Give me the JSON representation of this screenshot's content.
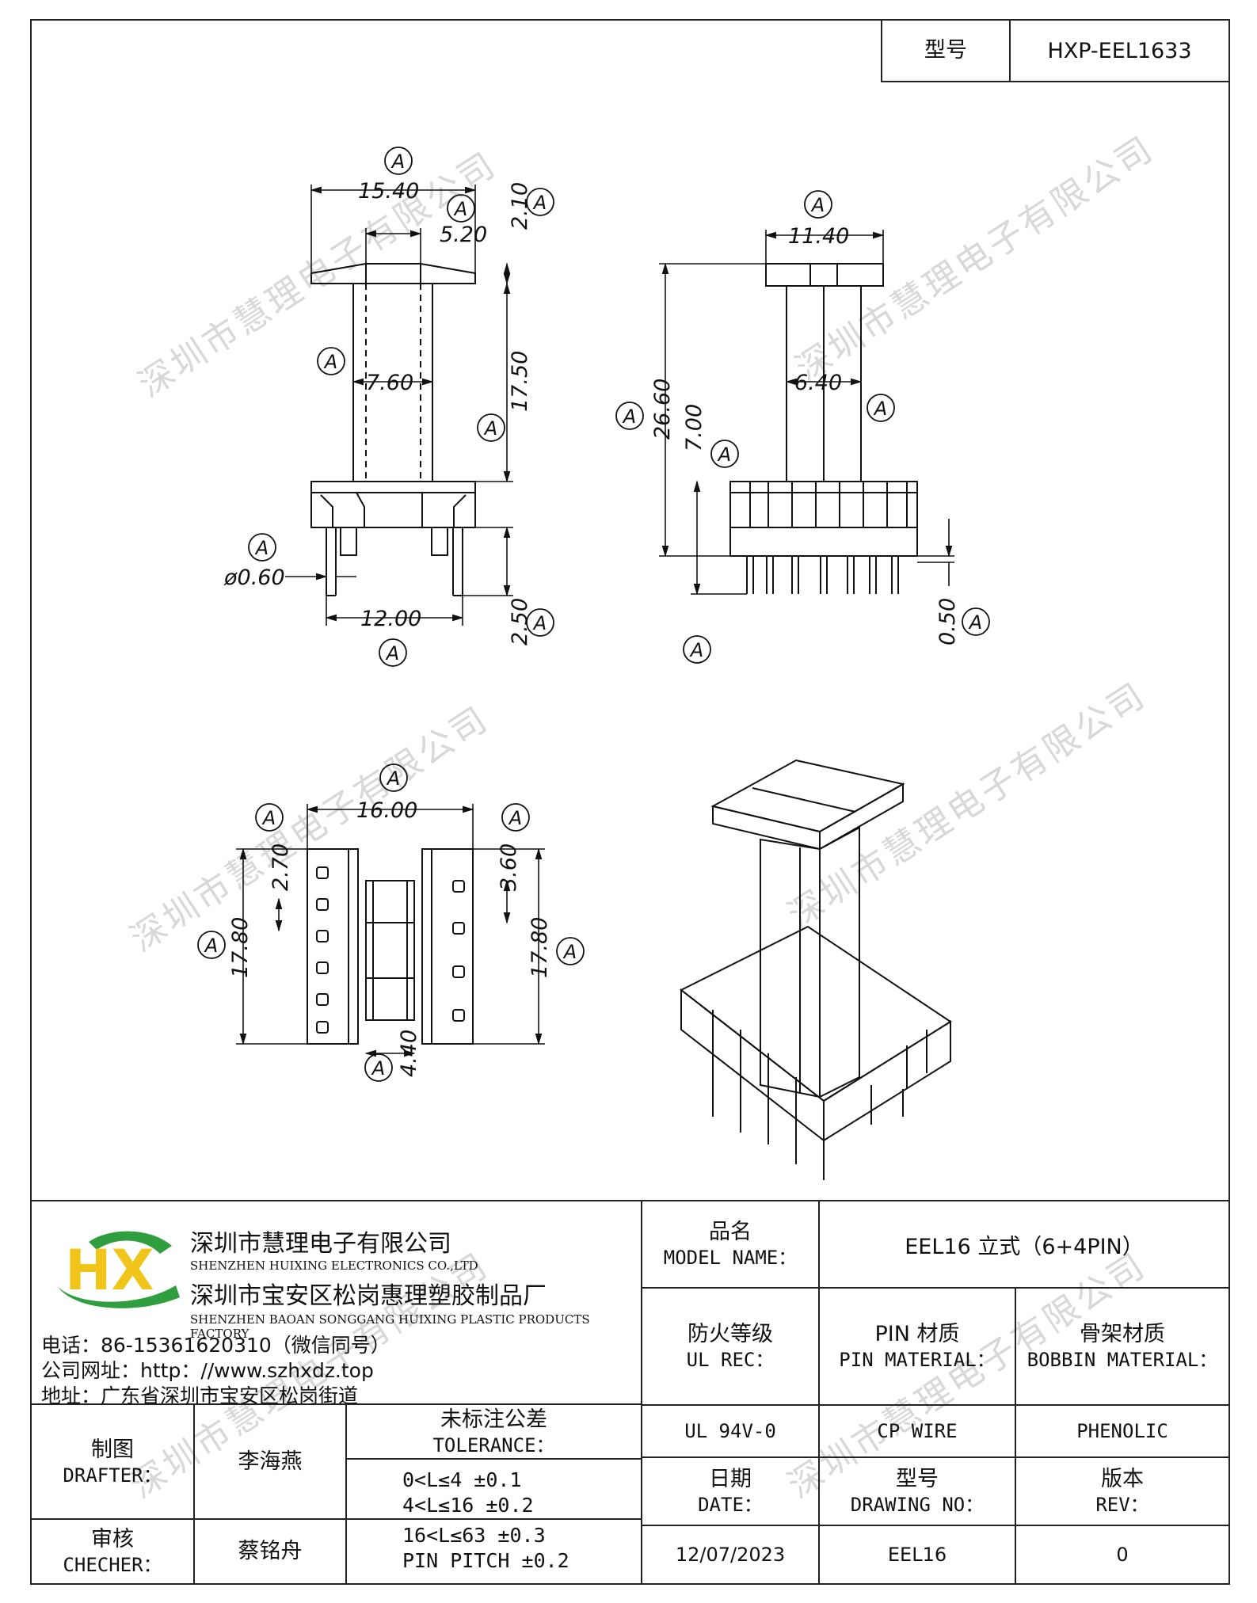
{
  "header": {
    "model_label": "型号",
    "model_value": "HXP-EEL1633"
  },
  "watermark": "深圳市慧理电子有限公司",
  "dimension_symbol": "A",
  "dimensions": {
    "front": {
      "top_width": "15.40",
      "slot_width": "5.20",
      "flange": "2.10",
      "core_width": "7.60",
      "core_height": "17.50",
      "pin_diameter": "ø0.60",
      "pin_span": "12.00",
      "pin_length": "2.50"
    },
    "side": {
      "top_width": "11.40",
      "core_width": "6.40",
      "total_height": "26.60",
      "base_height": "7.00",
      "pin_offset": "0.50"
    },
    "bottom": {
      "width": "16.00",
      "left_height": "17.80",
      "left_pitch": "2.70",
      "right_pitch": "3.60",
      "right_height": "17.80",
      "center_gap": "4.40"
    }
  },
  "company": {
    "name_cn": "深圳市慧理电子有限公司",
    "name_en": "SHENZHEN HUIXING ELECTRONICS CO.,LTD",
    "factory_cn": "深圳市宝安区松岗惠理塑胶制品厂",
    "factory_en": "SHENZHEN BAOAN SONGGANG HUIXING PLASTIC PRODUCTS FACTORY",
    "phone": "电话：86-15361620310（微信同号）",
    "website": "公司网址：http：//www.szhxdz.top",
    "address": "地址：广东省深圳市宝安区松岗街道",
    "logo_text": "HX",
    "logo_colors": {
      "green": "#2e9e3f",
      "yellow": "#f0c419",
      "blue": "#1f5fa8"
    }
  },
  "titleblock": {
    "model_name_cn": "品名",
    "model_name_en": "MODEL NAME：",
    "model_name_value": "EEL16 立式（6+4PIN）",
    "ul_cn": "防火等级",
    "ul_en": "UL REC：",
    "pin_cn": "PIN 材质",
    "pin_en": "PIN MATERIAL：",
    "bobbin_cn": "骨架材质",
    "bobbin_en": "BOBBIN MATERIAL：",
    "ul_value": "UL 94V-0",
    "pin_value": "CP WIRE",
    "bobbin_value": "PHENOLIC",
    "date_cn": "日期",
    "date_en": "DATE：",
    "drawing_cn": "型号",
    "drawing_en": "DRAWING NO：",
    "rev_cn": "版本",
    "rev_en": "REV：",
    "date_value": "12/07/2023",
    "drawing_value": "EEL16",
    "rev_value": "0",
    "drafter_cn": "制图",
    "drafter_en": "DRAFTER：",
    "drafter_value": "李海燕",
    "checker_cn": "审核",
    "checker_en": "CHECHER：",
    "checker_value": "蔡铭舟",
    "tolerance_cn": "未标注公差",
    "tolerance_en": "TOLERANCE：",
    "tolerance_lines": [
      "0<L≤4  ±0.1",
      "4<L≤16 ±0.2",
      "16<L≤63 ±0.3",
      "PIN PITCH ±0.2"
    ]
  }
}
